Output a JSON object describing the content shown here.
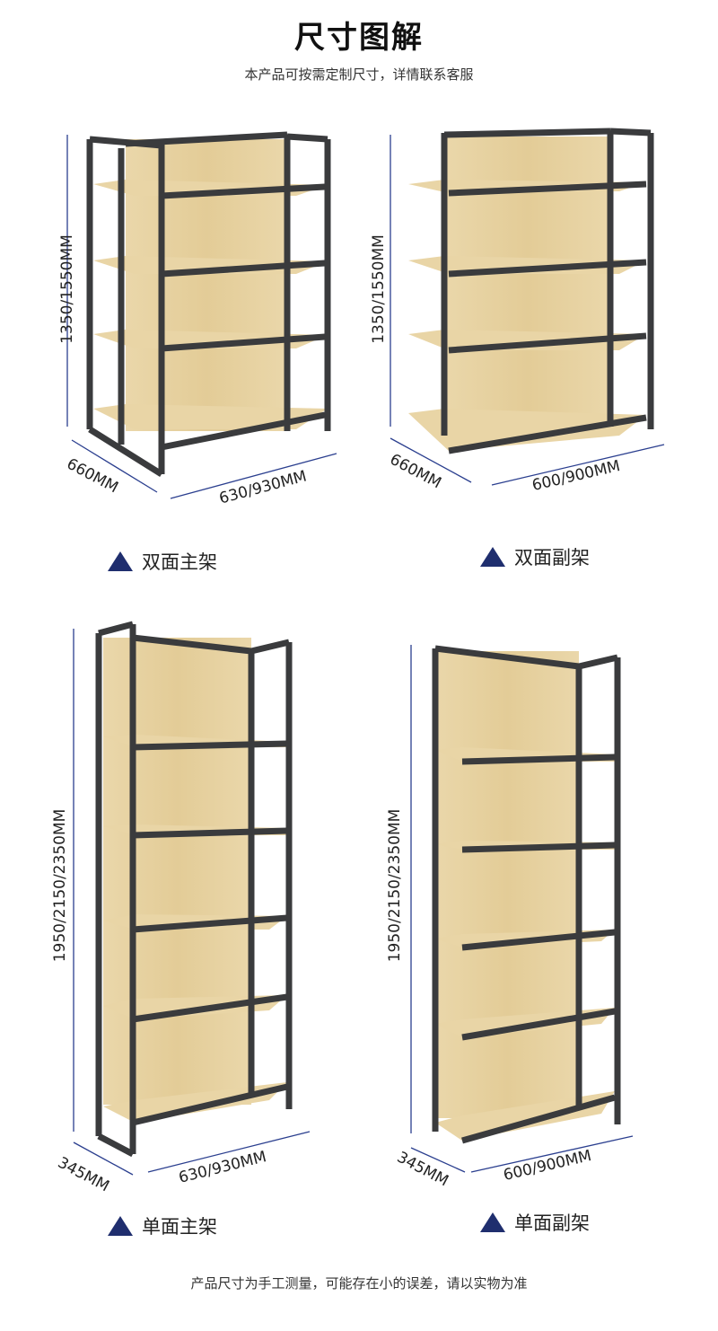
{
  "header": {
    "title": "尺寸图解",
    "subtitle": "本产品可按需定制尺寸，详情联系客服"
  },
  "products": [
    {
      "caption": "双面主架",
      "height_label": "1350/1550MM",
      "depth_label": "660MM",
      "width_label": "630/930MM"
    },
    {
      "caption": "双面副架",
      "height_label": "1350/1550MM",
      "depth_label": "660MM",
      "width_label": "600/900MM"
    },
    {
      "caption": "单面主架",
      "height_label": "1950/2150/2350MM",
      "depth_label": "345MM",
      "width_label": "630/930MM"
    },
    {
      "caption": "单面副架",
      "height_label": "1950/2150/2350MM",
      "depth_label": "345MM",
      "width_label": "600/900MM"
    }
  ],
  "footer": {
    "note": "产品尺寸为手工测量，可能存在小的误差，请以实物为准"
  },
  "colors": {
    "frame": "#3a3b3d",
    "wood": "#e8d3a4",
    "wood_dark": "#d9bd85",
    "dimension_line": "#2b3f8f",
    "caption_triangle": "#1f2e6e"
  }
}
